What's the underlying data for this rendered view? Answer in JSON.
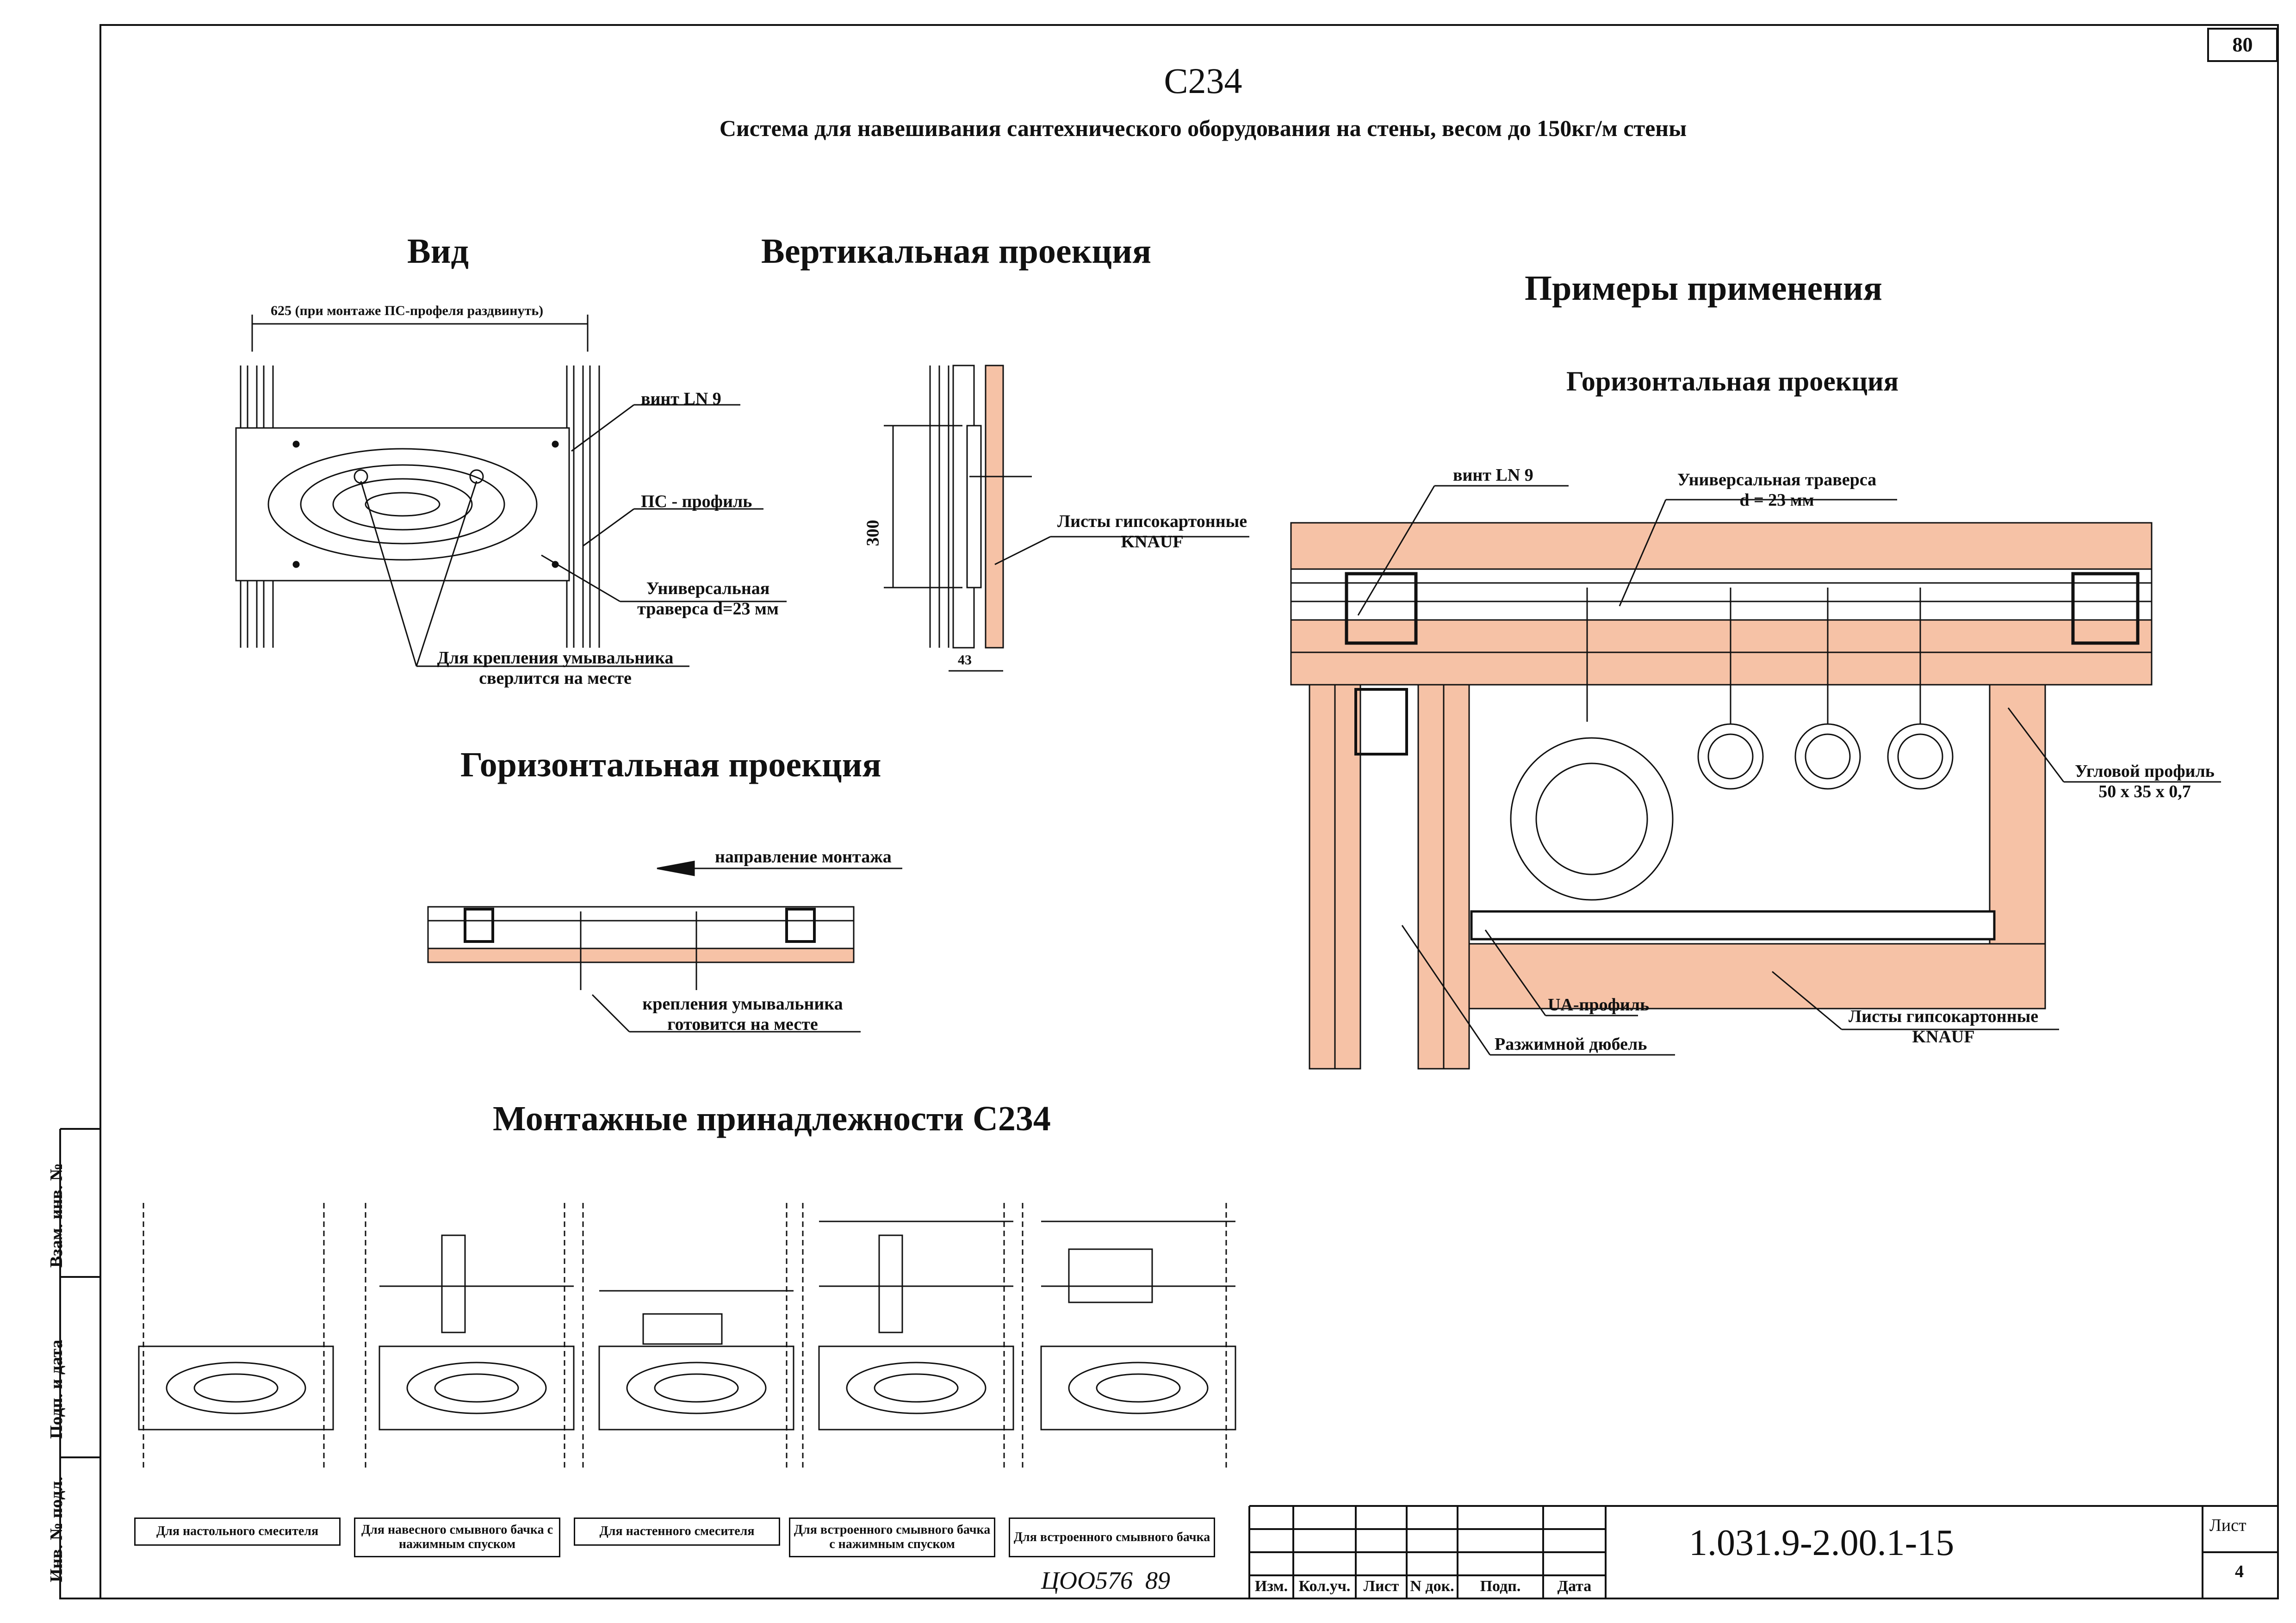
{
  "sheet_number_top": "80",
  "title": "С234",
  "subtitle": "Система для навешивания сантехнического оборудования на стены, весом до 150кг/м стены",
  "sections": {
    "view": "Вид",
    "vertical": "Вертикальная проекция",
    "horizontal": "Горизонтальная проекция",
    "examples": "Примеры применения",
    "examples_horizontal": "Горизонтальная проекция",
    "accessories": "Монтажные принадлежности С234"
  },
  "view_labels": {
    "dimension": "625 (при монтаже ПС-профеля раздвинуть)",
    "screw": "винт LN 9",
    "ps_profile": "ПС - профиль",
    "traverse_1": "Универсальная",
    "traverse_2": "траверса d=23 мм",
    "drill_1": "Для крепления умывальника",
    "drill_2": "сверлится на месте"
  },
  "vertical_labels": {
    "dim_300": "300",
    "dim_43": "43",
    "gypsum_1": "Листы гипсокартонные",
    "gypsum_2": "KNAUF"
  },
  "horizontal_labels": {
    "direction": "направление монтажа",
    "fix_1": "крепления умывальника",
    "fix_2": "готовится на месте"
  },
  "example_labels": {
    "screw": "винт LN 9",
    "traverse_1": "Универсальная траверса",
    "traverse_2": "d = 23 мм",
    "angle_1": "Угловой профиль",
    "angle_2": "50 x 35 x 0,7",
    "ua": "UA-профиль",
    "dowel": "Разжимной дюбель",
    "gypsum_1": "Листы гипсокартонные",
    "gypsum_2": "KNAUF"
  },
  "accessories": [
    "Для настольного смесителя",
    "Для навесного смывного бачка с нажимным спуском",
    "Для настенного смесителя",
    "Для встроенного смывного бачка с нажимным спуском",
    "Для встроенного смывного бачка"
  ],
  "handwritten_note": "ЦОО576  89",
  "side_labels": [
    "Взам. инв. №",
    "Подп. и дата",
    "Инв. № подл."
  ],
  "stamp": {
    "code": "1.031.9-2.00.1-15",
    "sheet_label": "Лист",
    "sheet_number": "4",
    "columns": [
      "Изм.",
      "Кол.уч.",
      "Лист",
      "N док.",
      "Подп.",
      "Дата"
    ]
  },
  "colors": {
    "gypsum": "#f6c2a6",
    "line": "#111111"
  }
}
